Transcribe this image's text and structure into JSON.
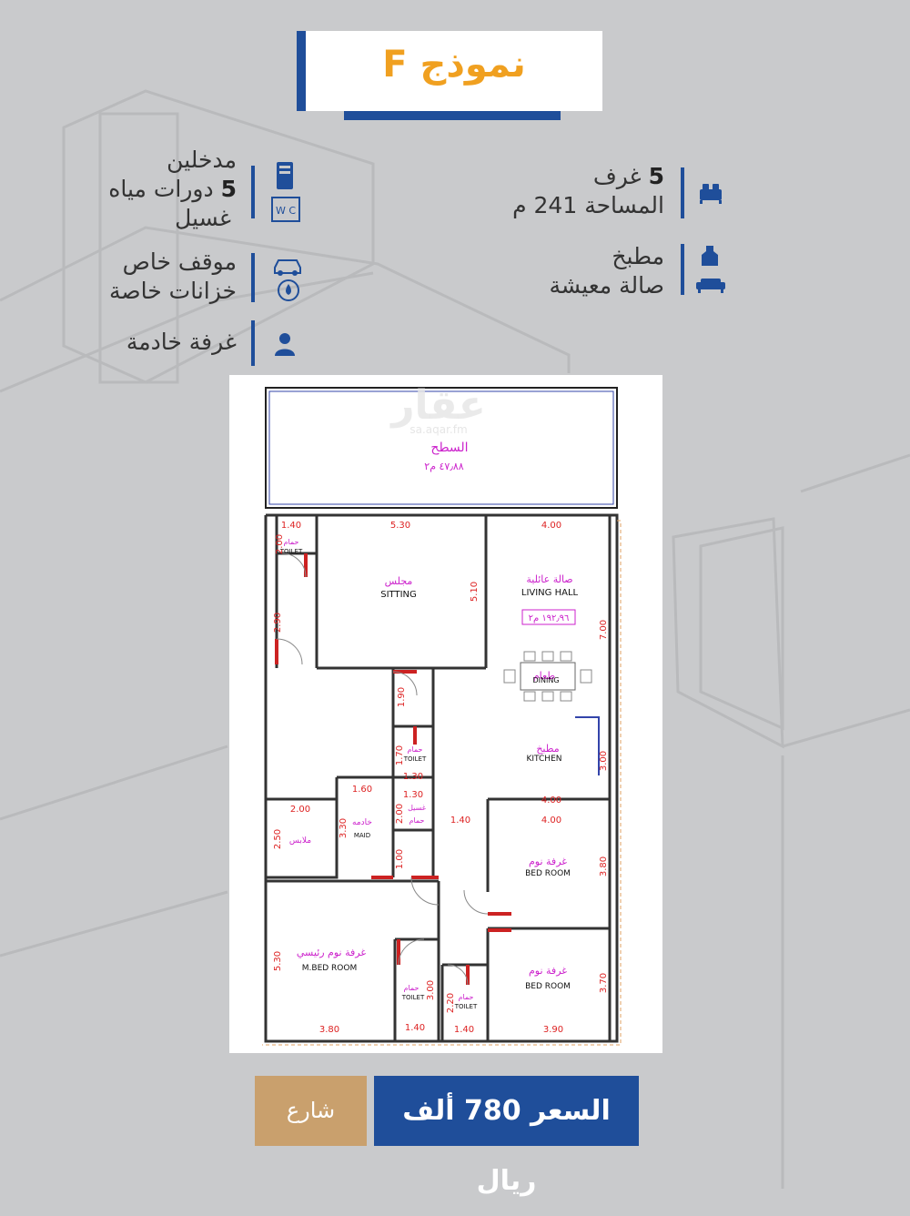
{
  "title": "نموذج F",
  "features": {
    "rooms_count": "5",
    "rooms_word": "غرف",
    "area": "المساحة 241 م",
    "kitchen": "مطبخ",
    "living": "صالة معيشة",
    "entrances": "مدخلين",
    "wc_count": "5",
    "wc_word": "دورات مياه",
    "laundry": "غسيل",
    "parking": "موقف خاص",
    "tanks": "خزانات خاصة",
    "maid": "غرفة خادمة"
  },
  "watermark": {
    "logo": "عقار",
    "url": "sa.aqar.fm"
  },
  "plan": {
    "roof_ar": "السطح",
    "roof_area": "٤٧٫٨٨ م٢",
    "sitting_ar": "مجلس",
    "sitting_en": "SITTING",
    "living_ar": "صالة عائلية",
    "living_en": "LIVING HALL",
    "living_area": "١٩٢٫٩٦ م٢",
    "dining_ar": "طعام",
    "dining_en": "DINING",
    "kitchen_ar": "مطبخ",
    "kitchen_en": "KITCHEN",
    "bath_ar": "حمام",
    "toilet_en": "TOILET",
    "maid_ar": "خادمه",
    "maid_en": "MAID",
    "laundry_ar": "غسيل",
    "closet_ar": "ملابس",
    "bed_ar": "غرفة نوم",
    "bed_en": "BED ROOM",
    "mbed_ar": "غرفة نوم رئيسي",
    "mbed_en": "M.BED ROOM",
    "dims": {
      "d140a": "1.40",
      "d530a": "5.30",
      "d400a": "4.00",
      "d200a": "2.00",
      "d290": "2.90",
      "d510": "5.10",
      "d700": "7.00",
      "d190": "1.90",
      "d170": "1.70",
      "d130a": "1.30",
      "d300a": "3.00",
      "d160": "1.60",
      "d130b": "1.30",
      "d200b": "2.00",
      "d400b": "4.00",
      "d200c": "2.00",
      "d140b": "1.40",
      "d400c": "4.00",
      "d250": "2.50",
      "d330": "3.30",
      "d100": "1.00",
      "d380a": "3.80",
      "d530b": "5.30",
      "d300b": "3.00",
      "d220": "2.20",
      "d370": "3.70",
      "d380b": "3.80",
      "d140c": "1.40",
      "d140d": "1.40",
      "d390": "3.90"
    }
  },
  "price": "السعر 780 ألف ريال",
  "street": "شارع",
  "colors": {
    "accent": "#1f4e9a",
    "title": "#f0a020",
    "street": "#c9a06d",
    "magenta": "#cc22cc",
    "dim_red": "#d22"
  }
}
